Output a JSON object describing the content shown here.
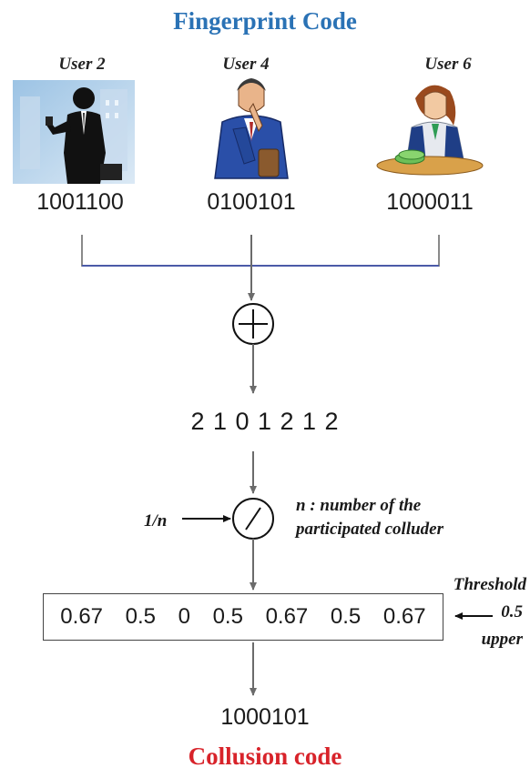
{
  "header": {
    "title": "Fingerprint Code"
  },
  "users": [
    {
      "label": "User 2",
      "code": "1001100"
    },
    {
      "label": "User 4",
      "code": "0100101"
    },
    {
      "label": "User 6",
      "code": "1000011"
    }
  ],
  "sum": {
    "operator_symbol": "+",
    "result": "2 1 0 1 2 1 2"
  },
  "division": {
    "operator_symbol": "/",
    "input_label": "1/n",
    "note_line1": "n : number of  the",
    "note_line2": "participated colluder"
  },
  "averages": [
    "0.67",
    "0.5",
    "0",
    "0.5",
    "0.67",
    "0.5",
    "0.67"
  ],
  "threshold": {
    "line1": "Threshold",
    "line2": "0.5",
    "line3": "upper"
  },
  "result": {
    "code": "1000101"
  },
  "footer": {
    "title": "Collusion code"
  },
  "colors": {
    "title_blue": "#2a72b5",
    "title_red": "#d8232a",
    "line_blue": "#4b5aa8",
    "arrow_gray": "#6b6b6b"
  }
}
